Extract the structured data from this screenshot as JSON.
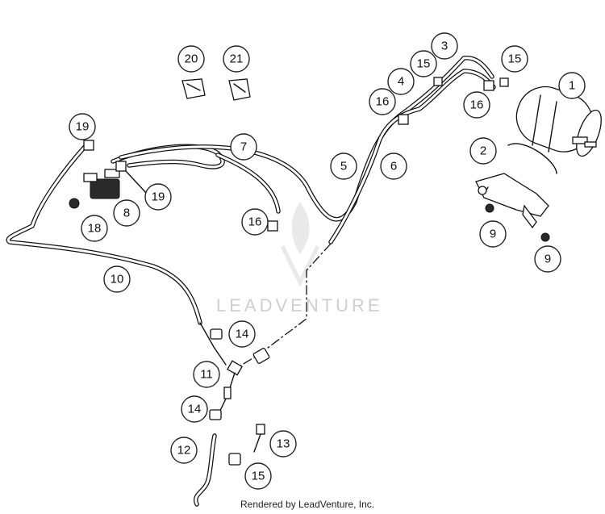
{
  "diagram": {
    "callouts": [
      "1",
      "2",
      "3",
      "4",
      "5",
      "6",
      "7",
      "8",
      "9",
      "9",
      "10",
      "11",
      "12",
      "13",
      "14",
      "14",
      "15",
      "15",
      "15",
      "16",
      "16",
      "16",
      "18",
      "19",
      "19",
      "20",
      "21"
    ]
  },
  "watermark": "LEADVENTURE",
  "credit": "Rendered by LeadVenture, Inc.",
  "colors": {
    "line": "#111111",
    "background": "#ffffff",
    "watermark": "#cfcfcf"
  }
}
